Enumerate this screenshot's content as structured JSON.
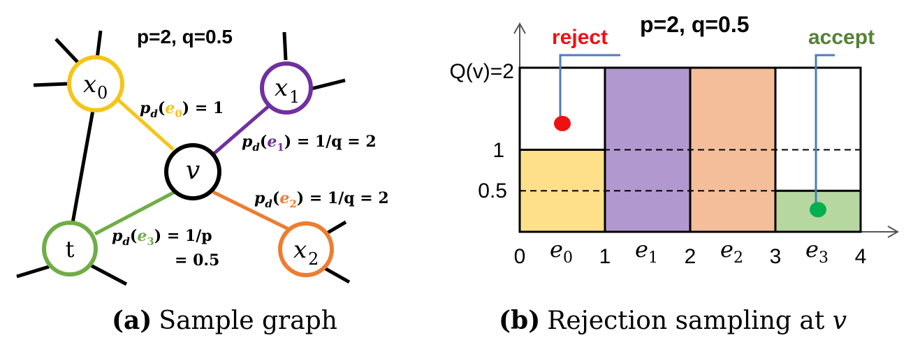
{
  "graph": {
    "params": "p=2, q=0.5",
    "nodes": {
      "v": "v",
      "x0": "x",
      "x0_sub": "0",
      "x1": "x",
      "x1_sub": "1",
      "x2": "x",
      "x2_sub": "2",
      "t": "t"
    },
    "edge_labels": {
      "pd": "p",
      "pd_sub": "d",
      "e": "e",
      "e0_sub": "0",
      "e1_sub": "1",
      "e2_sub": "2",
      "e3_sub": "3",
      "open": "(",
      "e0_value": ") = 1",
      "e1_value": ") = 1/q = 2",
      "e2_value": ") = 1/q = 2",
      "e3_value": ") = 1/p",
      "e3_value_line2": "= 0.5"
    },
    "colors": {
      "x0": "#f5c518",
      "x1": "#7030a0",
      "x2": "#ed7d31",
      "t": "#70ad47",
      "v": "#000000",
      "edge_other": "#000000"
    }
  },
  "rejection": {
    "params": "p=2, q=0.5",
    "reject_label": "reject",
    "accept_label": "accept",
    "y_top_label": "Q(v)=2",
    "y_labels": [
      "1",
      "0.5"
    ],
    "x_ticks": [
      "0",
      "1",
      "2",
      "3",
      "4"
    ],
    "edge_names": [
      {
        "letter": "e",
        "sub": "0"
      },
      {
        "letter": "e",
        "sub": "1"
      },
      {
        "letter": "e",
        "sub": "2"
      },
      {
        "letter": "e",
        "sub": "3"
      }
    ],
    "bar_values": [
      1,
      2,
      2,
      0.5
    ],
    "q_max": 2,
    "dashed_levels": [
      1,
      0.5
    ],
    "reject_point": {
      "x": 0.5,
      "y": 1.32
    },
    "accept_point": {
      "x": 3.5,
      "y": 0.27
    },
    "colors": {
      "bars": [
        "#ffe08a",
        "#b199d0",
        "#f5be9a",
        "#b7d7a0"
      ],
      "reject": "#ee1111",
      "accept": "#00b050",
      "reject_text": "#ee1111",
      "accept_text": "#548235",
      "pointer": "#4a7ebb"
    }
  },
  "captions": {
    "a_tag": "(a)",
    "a_text": "Sample graph",
    "b_tag": "(b)",
    "b_text": "Rejection sampling at ",
    "b_var": "v"
  }
}
